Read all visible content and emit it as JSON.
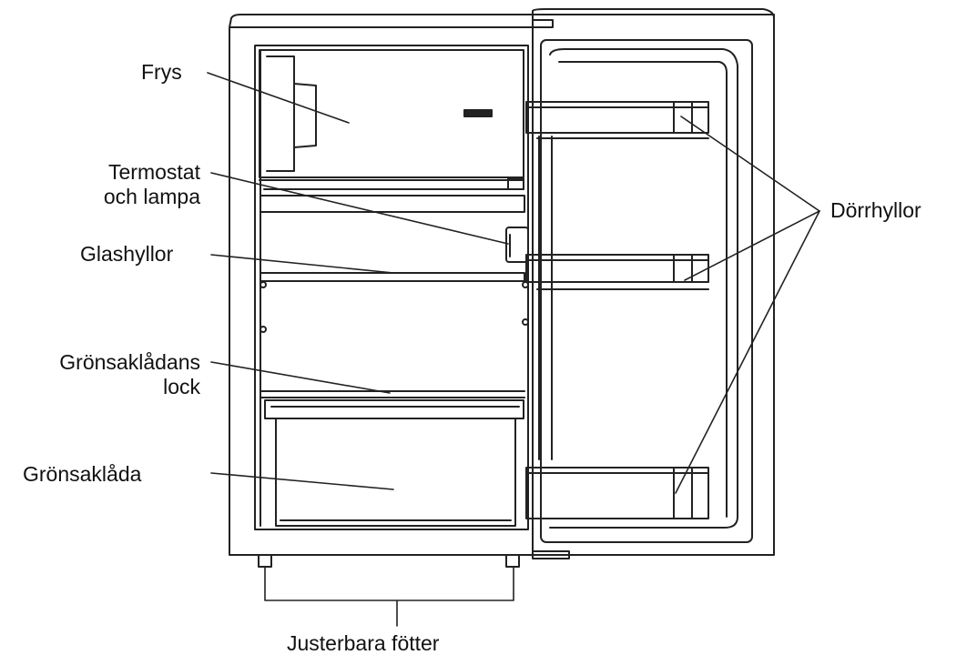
{
  "labels": {
    "frys": "Frys",
    "termostat_line1": "Termostat",
    "termostat_line2": "och lampa",
    "glashyllor": "Glashyllor",
    "gronsaksladans_line1": "Grönsaklådans",
    "gronsaksladans_line2": "lock",
    "gronsakslada": "Grönsaklåda",
    "dorrhyllor": "Dörrhyllor",
    "justerbara_fotter": "Justerbara fötter"
  },
  "colors": {
    "line": "#222222",
    "text": "#111111",
    "background": "#ffffff"
  }
}
